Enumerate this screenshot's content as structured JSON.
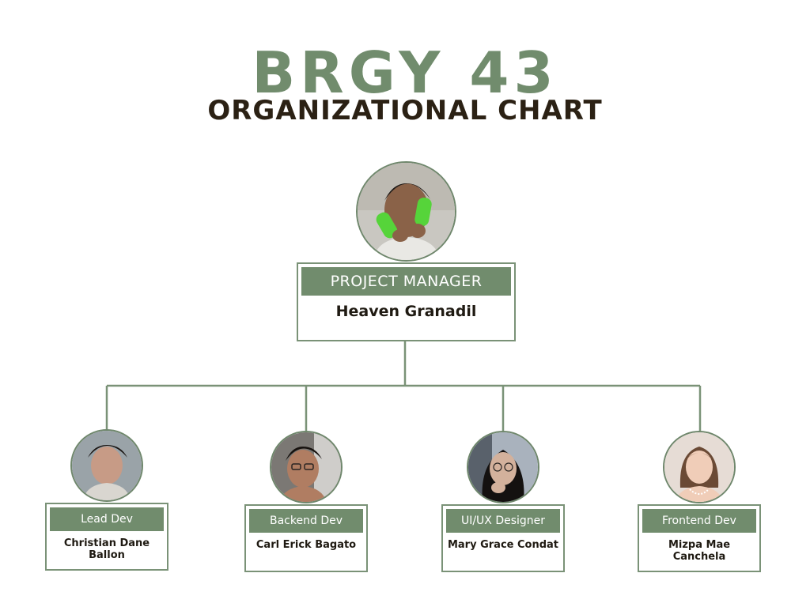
{
  "header": {
    "title": "BRGY 43",
    "subtitle": "ORGANIZATIONAL CHART"
  },
  "colors": {
    "accent": "#718c6d",
    "text_dark": "#2b2114",
    "line": "#7a9277",
    "background": "#ffffff"
  },
  "manager": {
    "role": "PROJECT MANAGER",
    "name": "Heaven Granadil"
  },
  "team": [
    {
      "role": "Lead Dev",
      "name": "Christian Dane Ballon"
    },
    {
      "role": "Backend Dev",
      "name": "Carl Erick Bagato"
    },
    {
      "role": "UI/UX Designer",
      "name": "Mary Grace Condat"
    },
    {
      "role": "Frontend Dev",
      "name": "Mizpa Mae Canchela"
    }
  ]
}
